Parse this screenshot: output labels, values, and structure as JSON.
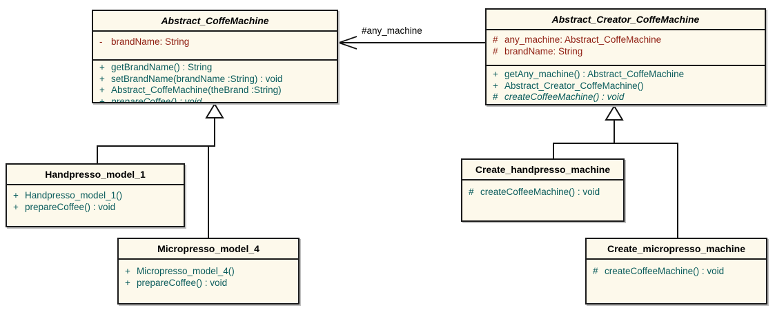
{
  "colors": {
    "canvas_bg": "#FFFFFF",
    "box_fill": "#FDF9EB",
    "border": "#1A1A1A",
    "title_text": "#000000",
    "attribute_text": "#8F1D10",
    "method_text": "#0A5C5C"
  },
  "association": {
    "label": "#any_machine"
  },
  "classes": [
    {
      "name": "Abstract_CoffeMachine",
      "abstract": true,
      "attributes": [
        {
          "vis": "-",
          "text": "brandName: String"
        }
      ],
      "methods": [
        {
          "vis": "+",
          "text": "getBrandName() : String"
        },
        {
          "vis": "+",
          "text": "setBrandName(brandName :String) : void"
        },
        {
          "vis": "+",
          "text": "Abstract_CoffeMachine(theBrand :String)"
        },
        {
          "vis": "+",
          "text": "prepareCoffee() : void",
          "italic": true
        }
      ]
    },
    {
      "name": "Abstract_Creator_CoffeMachine",
      "abstract": true,
      "attributes": [
        {
          "vis": "#",
          "text": "any_machine: Abstract_CoffeMachine"
        },
        {
          "vis": "#",
          "text": "brandName: String"
        }
      ],
      "methods": [
        {
          "vis": "+",
          "text": "getAny_machine() : Abstract_CoffeMachine"
        },
        {
          "vis": "+",
          "text": "Abstract_Creator_CoffeMachine()"
        },
        {
          "vis": "#",
          "text": "createCoffeeMachine() : void",
          "italic": true
        }
      ]
    },
    {
      "name": "Handpresso_model_1",
      "abstract": false,
      "attributes": [],
      "methods": [
        {
          "vis": "+",
          "text": "Handpresso_model_1()"
        },
        {
          "vis": "+",
          "text": "prepareCoffee() : void"
        }
      ]
    },
    {
      "name": "Micropresso_model_4",
      "abstract": false,
      "attributes": [],
      "methods": [
        {
          "vis": "+",
          "text": "Micropresso_model_4()"
        },
        {
          "vis": "+",
          "text": "prepareCoffee() : void"
        }
      ]
    },
    {
      "name": "Create_handpresso_machine",
      "abstract": false,
      "attributes": [],
      "methods": [
        {
          "vis": "#",
          "text": "createCoffeeMachine() : void"
        }
      ]
    },
    {
      "name": "Create_micropresso_machine",
      "abstract": false,
      "attributes": [],
      "methods": [
        {
          "vis": "#",
          "text": "createCoffeeMachine() : void"
        }
      ]
    }
  ],
  "relationships": [
    {
      "type": "association",
      "label": "#any_machine",
      "from": "Abstract_Creator_CoffeMachine",
      "to": "Abstract_CoffeMachine",
      "arrow": "open"
    },
    {
      "type": "generalization",
      "from": "Handpresso_model_1",
      "to": "Abstract_CoffeMachine"
    },
    {
      "type": "generalization",
      "from": "Micropresso_model_4",
      "to": "Abstract_CoffeMachine"
    },
    {
      "type": "generalization",
      "from": "Create_handpresso_machine",
      "to": "Abstract_Creator_CoffeMachine"
    },
    {
      "type": "generalization",
      "from": "Create_micropresso_machine",
      "to": "Abstract_Creator_CoffeMachine"
    }
  ]
}
